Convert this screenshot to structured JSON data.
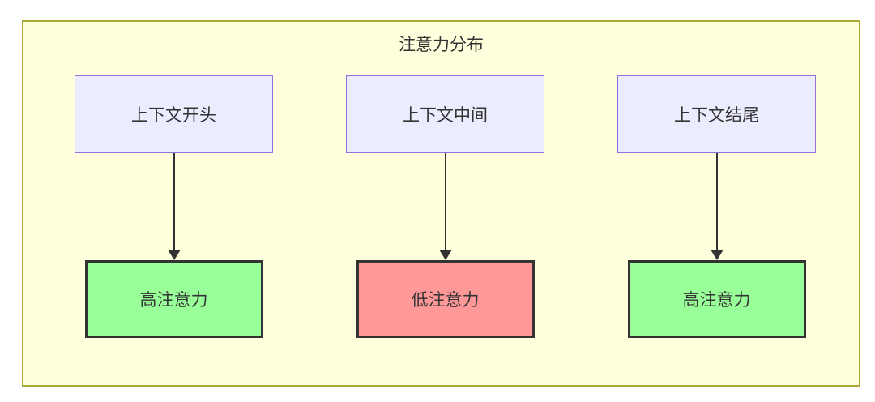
{
  "diagram": {
    "title": "注意力分布",
    "columns": [
      {
        "source": "上下文开头",
        "target": "高注意力",
        "attention": "high"
      },
      {
        "source": "上下文中间",
        "target": "低注意力",
        "attention": "low"
      },
      {
        "source": "上下文结尾",
        "target": "高注意力",
        "attention": "high"
      }
    ],
    "colors": {
      "container_fill": "#ffffde",
      "container_border": "#aaaa33",
      "source_fill": "#ececff",
      "source_border": "#9370db",
      "high_fill": "#99ff99",
      "low_fill": "#ff9999",
      "target_border": "#333333",
      "arrow": "#333333",
      "text": "#333333"
    }
  }
}
